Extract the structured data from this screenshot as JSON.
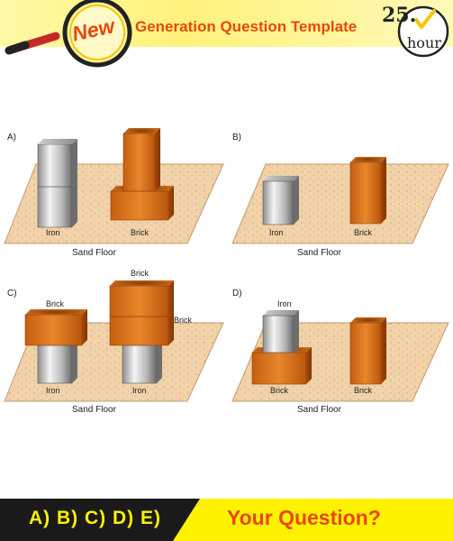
{
  "header": {
    "badge": "New",
    "title": "Generation Question Template",
    "clock_number": "25.",
    "clock_unit": "hour"
  },
  "panels": {
    "a": {
      "letter": "A)",
      "obj1": "Iron",
      "obj2": "Brick",
      "floor": "Sand Floor"
    },
    "b": {
      "letter": "B)",
      "obj1": "Iron",
      "obj2": "Brick",
      "floor": "Sand Floor"
    },
    "c": {
      "letter": "C)",
      "top1": "Brick",
      "top2": "Brick",
      "side2": "Brick",
      "obj1": "Iron",
      "obj2": "Iron",
      "floor": "Sand Floor"
    },
    "d": {
      "letter": "D)",
      "top1": "Iron",
      "obj1": "Brick",
      "obj2": "Brick",
      "floor": "Sand Floor"
    }
  },
  "footer": {
    "answers": "A) B) C) D) E)",
    "question": "Your Question?"
  },
  "colors": {
    "accent_orange": "#e8480c",
    "yellow": "#fff200",
    "brick": "#d4701a",
    "sand": "#f2d2a8"
  }
}
